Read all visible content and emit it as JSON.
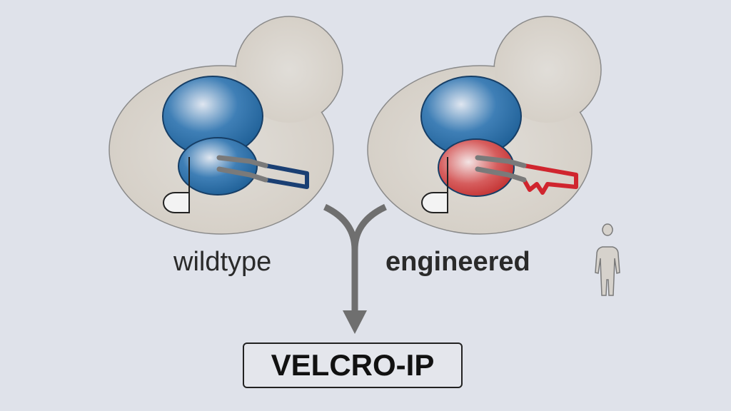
{
  "labels": {
    "wildtype": "wildtype",
    "engineered": "engineered",
    "method": "VELCRO-IP"
  },
  "colors": {
    "background": "#dfe2ea",
    "cell": "#d5cfc6",
    "nucleus_blue": "#1f5f96",
    "wildtype_protein": "#1a3f73",
    "engineered_protein": "#d0252e",
    "arrow": "#6f6f6f"
  }
}
